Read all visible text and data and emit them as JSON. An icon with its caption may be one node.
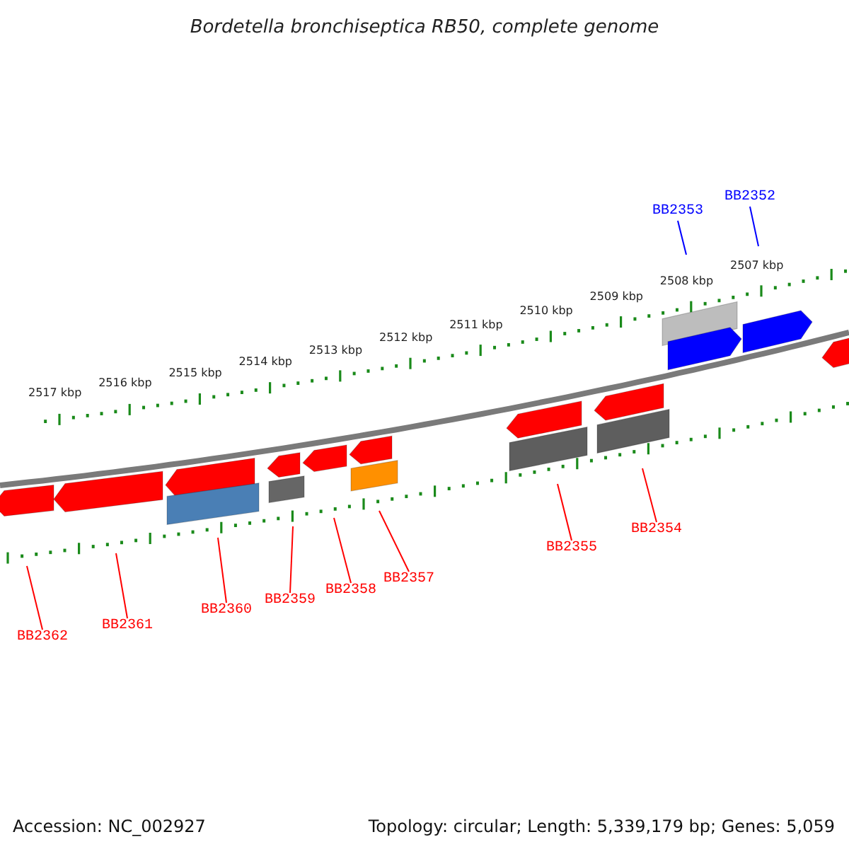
{
  "diagram": {
    "title": "Bordetella bronchiseptica RB50, complete genome",
    "nodes": [
      {
        "text": [
          "BB2353"
        ]
      },
      {
        "text": [
          "BB2352"
        ]
      },
      {
        "text": [
          "BB2362"
        ]
      },
      {
        "text": [
          "BB2361"
        ]
      },
      {
        "text": [
          "BB2360"
        ]
      },
      {
        "text": [
          "BB2359"
        ]
      },
      {
        "text": [
          "BB2358"
        ]
      },
      {
        "text": [
          "BB2357"
        ]
      },
      {
        "text": [
          "BB2355"
        ]
      },
      {
        "text": [
          "BB2354"
        ]
      }
    ],
    "edges": [
      {
        "from": 0,
        "to": null,
        "arrow": "none",
        "color": "#0000ff"
      },
      {
        "from": 1,
        "to": null,
        "arrow": "none",
        "color": "#0000ff"
      },
      {
        "from": 2,
        "to": null,
        "arrow": "none"
      },
      {
        "from": 3,
        "to": null,
        "arrow": "none"
      },
      {
        "from": 4,
        "to": null,
        "arrow": "none"
      },
      {
        "from": 5,
        "to": null,
        "arrow": "none"
      },
      {
        "from": 6,
        "to": null,
        "arrow": "none"
      },
      {
        "from": 7,
        "to": null,
        "arrow": "none"
      },
      {
        "from": 8,
        "to": null,
        "arrow": "none"
      },
      {
        "from": 9,
        "to": null,
        "arrow": "none"
      }
    ],
    "labels": [
      "2517 kbp",
      "2516 kbp",
      "2515 kbp",
      "2514 kbp",
      "2513 kbp",
      "2512 kbp",
      "2511 kbp",
      "2510 kbp",
      "2509 kbp",
      "2508 kbp",
      "2507 kbp",
      "Accession: NC_002927",
      "Topology: circular; Length: 5,339,179 bp; Genes: 5,059"
    ]
  }
}
